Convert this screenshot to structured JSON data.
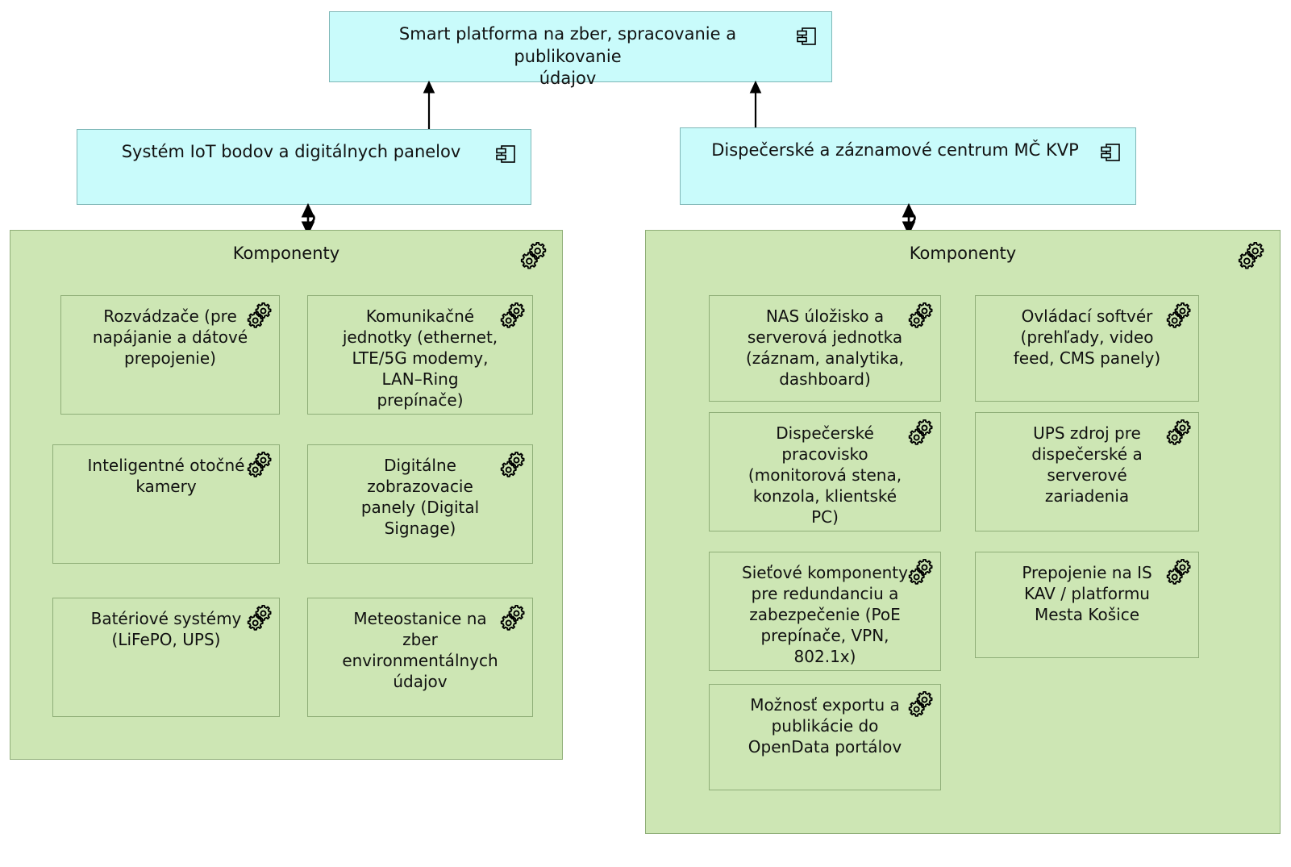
{
  "diagram": {
    "title": "Smart platforma na zber, spracovanie a publikovanie udajov - komponentovy diagram",
    "colors": {
      "component_fill": "#c9fbfb",
      "component_stroke": "#7fb7b7",
      "package_fill": "#cde6b4",
      "package_stroke": "#8fae78",
      "connector": "#000000",
      "text": "#111111"
    }
  },
  "root": {
    "label": "Smart platforma na zber, spracovanie a publikovanie\núdajov",
    "icon": "uml-component-icon"
  },
  "systems": [
    {
      "id": "iot",
      "label": "Systém IoT bodov a digitálnych panelov",
      "icon": "uml-component-icon",
      "package": {
        "label": "Komponenty",
        "icon": "gears-icon",
        "components": [
          {
            "label": "Rozvádzače (pre\nnapájanie a dátové\nprepojenie)",
            "icon": "gears-icon"
          },
          {
            "label": "Komunikačné\njednotky (ethernet,\nLTE/5G modemy,\nLAN–Ring\nprepínače)",
            "icon": "gears-icon"
          },
          {
            "label": "Inteligentné otočné\nkamery",
            "icon": "gears-icon"
          },
          {
            "label": "Digitálne\nzobrazovacie\npanely (Digital\nSignage)",
            "icon": "gears-icon"
          },
          {
            "label": "Batériové systémy\n(LiFePO, UPS)",
            "icon": "gears-icon"
          },
          {
            "label": "Meteostanice na\nzber\nenvironmentálnych\núdajov",
            "icon": "gears-icon"
          }
        ]
      }
    },
    {
      "id": "dispatch",
      "label": "Dispečerské a záznamové centrum MČ KVP",
      "icon": "uml-component-icon",
      "package": {
        "label": "Komponenty",
        "icon": "gears-icon",
        "components": [
          {
            "label": "NAS úložisko a\nserverová jednotka\n(záznam, analytika,\ndashboard)",
            "icon": "gears-icon"
          },
          {
            "label": "Ovládací softvér\n(prehľady, video\nfeed, CMS panely)",
            "icon": "gears-icon"
          },
          {
            "label": "Dispečerské\npracovisko\n(monitorová stena,\nkonzola, klientské\nPC)",
            "icon": "gears-icon"
          },
          {
            "label": "UPS zdroj pre\ndispečerské a\nserverové\nzariadenia",
            "icon": "gears-icon"
          },
          {
            "label": "Sieťové komponenty\npre redundanciu a\nzabezpečenie (PoE\nprepínače, VPN,\n802.1x)",
            "icon": "gears-icon"
          },
          {
            "label": "Prepojenie na IS\nKAV / platformu\nMesta Košice",
            "icon": "gears-icon"
          },
          {
            "label": "Možnosť exportu a\npublikácie do\nOpenData portálov",
            "icon": "gears-icon"
          }
        ]
      }
    }
  ]
}
